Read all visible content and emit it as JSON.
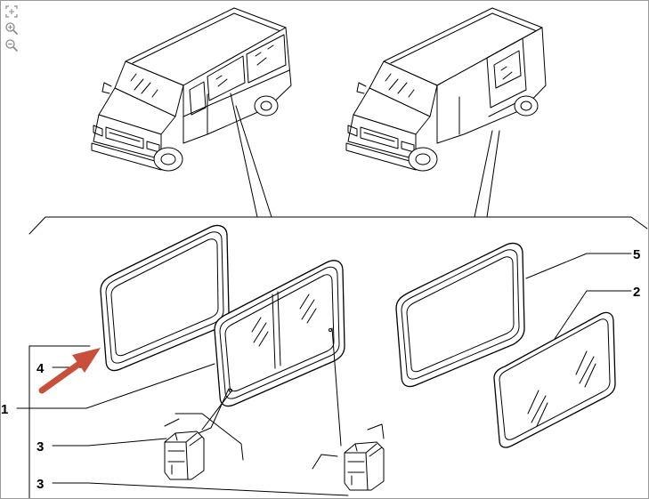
{
  "toolbar": {
    "icons": [
      "fit-to-window-icon",
      "zoom-in-icon",
      "zoom-out-icon"
    ]
  },
  "callouts": {
    "c1": "1",
    "c2": "2",
    "c3a": "3",
    "c3b": "3",
    "c4": "4",
    "c5": "5"
  },
  "colors": {
    "line": "#000000",
    "arrow": "#c8503a",
    "toolbar_icon": "#8a8a8a"
  }
}
